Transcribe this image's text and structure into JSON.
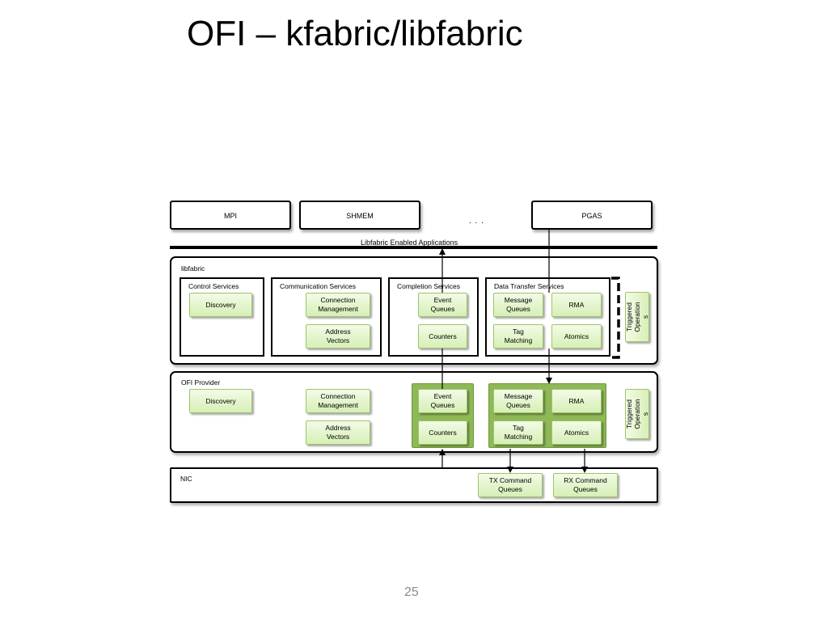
{
  "slide": {
    "title": "OFI – kfabric/libfabric",
    "page_number": "25"
  },
  "applications": {
    "items": [
      "MPI",
      "SHMEM",
      "PGAS"
    ],
    "ellipsis": ". . .",
    "label": "Libfabric Enabled Applications"
  },
  "libfabric": {
    "label": "libfabric",
    "control_services": {
      "label": "Control Services",
      "discovery": "Discovery"
    },
    "communication_services": {
      "label": "Communication Services",
      "connection_management": "Connection\nManagement",
      "address_vectors": "Address\nVectors"
    },
    "completion_services": {
      "label": "Completion Services",
      "event_queues": "Event\nQueues",
      "counters": "Counters"
    },
    "data_transfer_services": {
      "label": "Data Transfer Services",
      "message_queues": "Message\nQueues",
      "rma": "RMA",
      "tag_matching": "Tag\nMatching",
      "atomics": "Atomics"
    },
    "triggered_operations": "Triggered\nOperation\ns"
  },
  "ofi_provider": {
    "label": "OFI Provider",
    "discovery": "Discovery",
    "connection_management": "Connection\nManagement",
    "address_vectors": "Address\nVectors",
    "event_queues": "Event\nQueues",
    "counters": "Counters",
    "message_queues": "Message\nQueues",
    "rma": "RMA",
    "tag_matching": "Tag\nMatching",
    "atomics": "Atomics",
    "triggered_operations": "Triggered\nOperation\ns"
  },
  "nic": {
    "label": "NIC",
    "tx_command_queues": "TX Command\nQueues",
    "rx_command_queues": "RX Command\nQueues"
  },
  "colors": {
    "component_fill": "#d7efb6",
    "component_border": "#9ec46c",
    "highlight_green": "#8fb857",
    "line": "#000000"
  }
}
